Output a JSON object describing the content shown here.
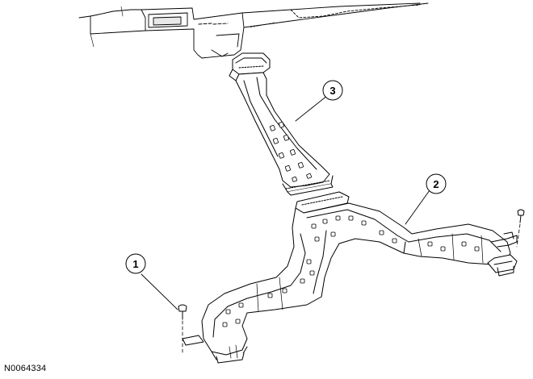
{
  "figure": {
    "id_label": "N0064334",
    "callouts": [
      {
        "number": "1"
      },
      {
        "number": "2"
      },
      {
        "number": "3"
      }
    ]
  }
}
